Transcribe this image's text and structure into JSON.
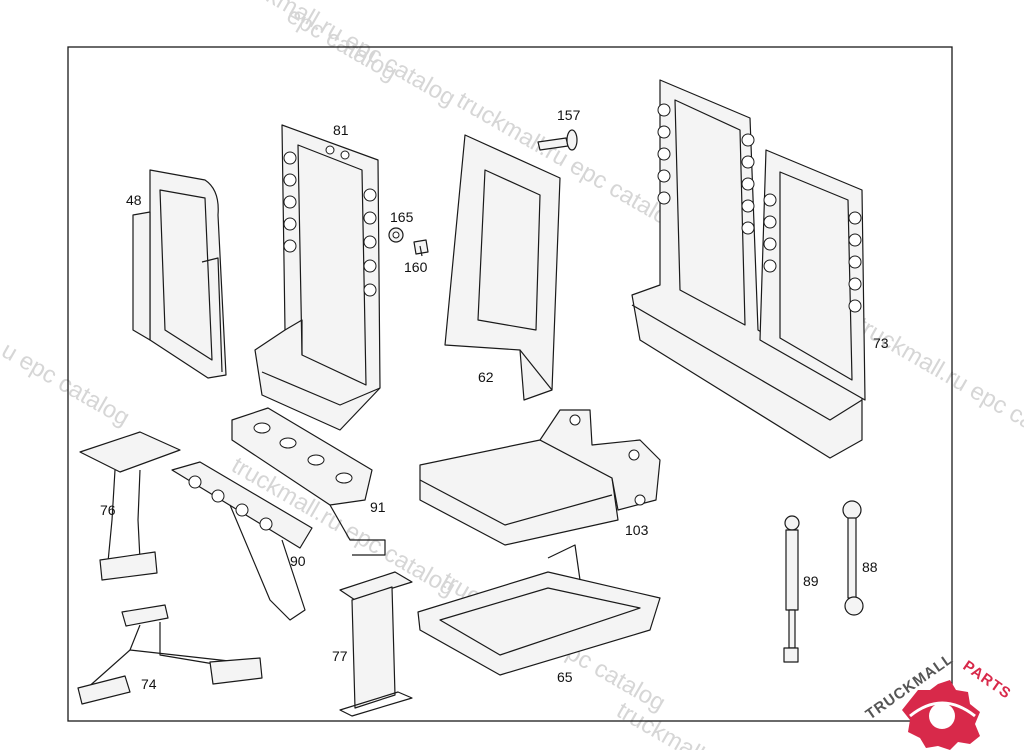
{
  "watermark": {
    "lines": [
      "u epc catalog",
      "truckmall.ru epc catalog",
      "epc catalog",
      "truckmall.ru epc catalog",
      "truckmall.ru epc catalog",
      "truckmall.ru epc catalog",
      "truckmall.ru epc catalog",
      "truckmall.ru"
    ]
  },
  "callouts": {
    "p48": "48",
    "p81": "81",
    "p165": "165",
    "p160": "160",
    "p157": "157",
    "p62": "62",
    "p73": "73",
    "p76": "76",
    "p90": "90",
    "p91": "91",
    "p103": "103",
    "p89": "89",
    "p88": "88",
    "p77": "77",
    "p74": "74",
    "p65": "65"
  },
  "logo": {
    "text_a": "TRUCKMALL",
    "text_b": "PARTS",
    "color_a": "#555555",
    "color_b": "#d8294a"
  }
}
